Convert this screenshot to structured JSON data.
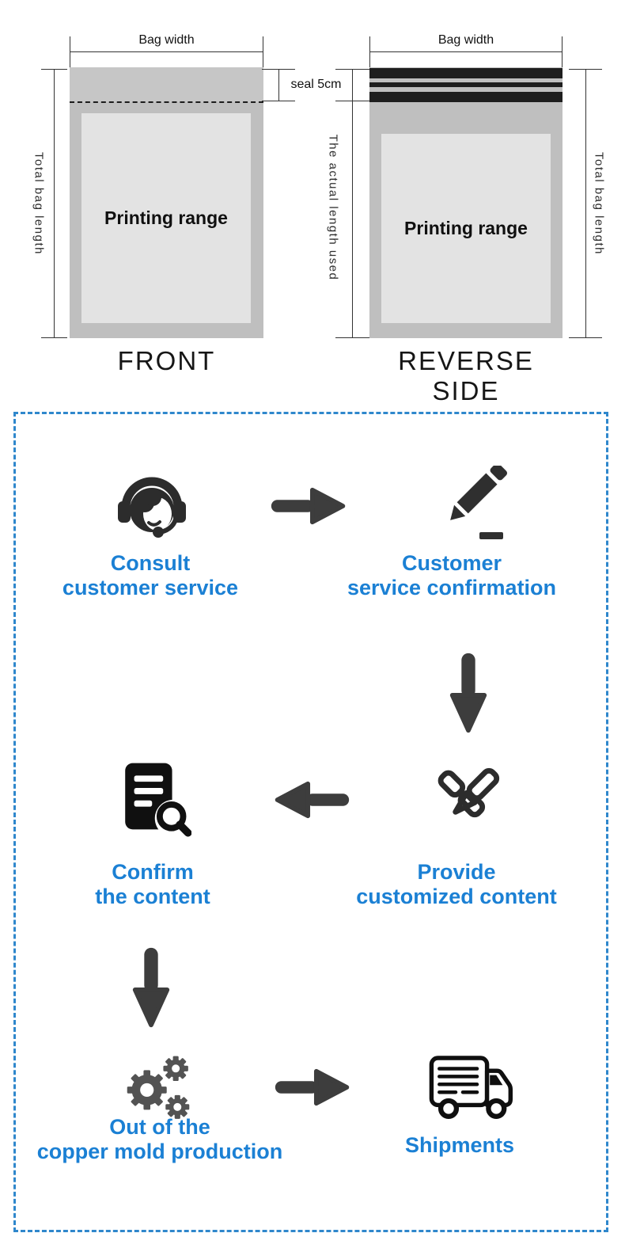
{
  "diagram": {
    "front": {
      "bag_width_label": "Bag width",
      "seal_label": "seal 5cm",
      "total_length_label": "Total bag length",
      "printing_label": "Printing range",
      "caption": "FRONT"
    },
    "reverse": {
      "bag_width_label": "Bag width",
      "actual_length_label": "The actual length used",
      "total_length_label": "Total bag length",
      "printing_label": "Printing range",
      "caption": "REVERSE SIDE"
    }
  },
  "flowchart": {
    "steps": [
      {
        "icon": "support-agent-icon",
        "label_lines": [
          "Consult",
          "customer service"
        ]
      },
      {
        "icon": "pencil-edit-icon",
        "label_lines": [
          "Customer",
          "service confirmation"
        ]
      },
      {
        "icon": "crossed-pens-icon",
        "label_lines": [
          "Provide",
          "customized content"
        ]
      },
      {
        "icon": "document-search-icon",
        "label_lines": [
          "Confirm",
          "the content"
        ]
      },
      {
        "icon": "gears-icon",
        "label_lines": [
          "Out of the",
          "copper mold production"
        ]
      },
      {
        "icon": "delivery-truck-icon",
        "label_lines": [
          "Shipments"
        ]
      }
    ],
    "connector_icons": [
      "arrow-right-icon",
      "arrow-down-icon",
      "arrow-left-icon",
      "arrow-down-icon",
      "arrow-right-icon"
    ]
  },
  "colors": {
    "accent_text_blue": "#1b80d4",
    "dashed_border_blue": "#2f87cc",
    "bag_body_gray": "#bfbfbf",
    "bag_seal_gray": "#c6c6c6",
    "printing_area_gray": "#e3e3e3",
    "stripe_black": "#1e1e1e",
    "arrow_gray": "#3d3d3d"
  }
}
